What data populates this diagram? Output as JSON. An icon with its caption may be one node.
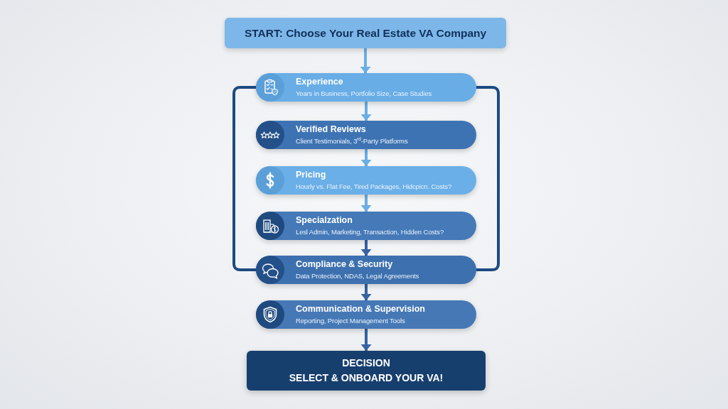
{
  "diagram": {
    "nodes": [
      {
        "text": [
          "START: Choose Your Real Estate VA Company"
        ]
      },
      {
        "text": [
          "Experience",
          "Years in Business, Portfolio Size, Case Studies"
        ]
      },
      {
        "text": [
          "Verified Reviews",
          "Client Testimonials, 3$^{rd}$-Party Platforms"
        ]
      },
      {
        "text": [
          "Pricing",
          "Hourly vs. Flat Fee, Tired Packages, Hidcpicn. Costs?"
        ]
      },
      {
        "text": [
          "Specialzation",
          "Lesl Admin, Marketing, Transaction, Hidden Costs?"
        ]
      },
      {
        "text": [
          "Compliance & Security",
          "Data Protection, NDAS, Legal Agreements"
        ]
      },
      {
        "text": [
          "Communication & Supervision",
          "Reporting, Project Management Tools"
        ]
      },
      {
        "text": [
          "DECISION",
          "SELECT & ONBOARD YOUR VA!"
        ]
      }
    ],
    "edges": [
      {
        "from": 0,
        "to": 1,
        "arrow": "to"
      },
      {
        "from": 1,
        "to": 2,
        "arrow": "to"
      },
      {
        "from": 2,
        "to": 3,
        "arrow": "to"
      },
      {
        "from": 3,
        "to": 4,
        "arrow": "to"
      },
      {
        "from": 4,
        "to": 5,
        "arrow": "to",
        "color": "#3563a3"
      },
      {
        "from": 5,
        "to": 6,
        "arrow": "to",
        "color": "#3563a3"
      },
      {
        "from": 6,
        "to": 7,
        "arrow": "to",
        "color": "#3563a3"
      },
      {
        "from": 1,
        "to": 5,
        "arrow": "none",
        "color": "#1d4b82"
      },
      {
        "from": 1,
        "to": 5,
        "arrow": "none",
        "color": "#1d4b82"
      }
    ]
  }
}
